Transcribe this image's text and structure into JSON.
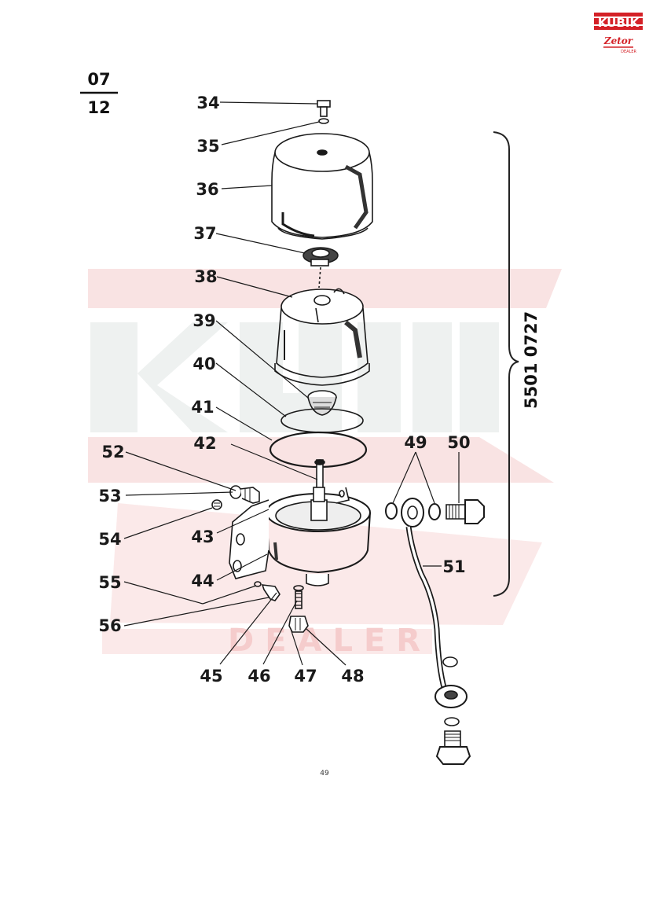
{
  "logo": {
    "top": "KUBIK",
    "bottom": "Zetor",
    "sub": "DEALER"
  },
  "section": {
    "numerator": "07",
    "denominator": "12"
  },
  "assembly_code": "5501 0727",
  "page_number": "49",
  "watermark": {
    "brand": "KUBIK",
    "sub": "DEALER"
  },
  "parts": [
    {
      "no": "34"
    },
    {
      "no": "35"
    },
    {
      "no": "36"
    },
    {
      "no": "37"
    },
    {
      "no": "38"
    },
    {
      "no": "39"
    },
    {
      "no": "40"
    },
    {
      "no": "41"
    },
    {
      "no": "42"
    },
    {
      "no": "43"
    },
    {
      "no": "44"
    },
    {
      "no": "45"
    },
    {
      "no": "46"
    },
    {
      "no": "47"
    },
    {
      "no": "48"
    },
    {
      "no": "49"
    },
    {
      "no": "50"
    },
    {
      "no": "51"
    },
    {
      "no": "52"
    },
    {
      "no": "53"
    },
    {
      "no": "54"
    },
    {
      "no": "55"
    },
    {
      "no": "56"
    }
  ],
  "colors": {
    "logo_red": "#d42127",
    "watermark_red": "#f9e3e3",
    "watermark_gray": "#eff2f1",
    "ink": "#1a1a1a"
  }
}
